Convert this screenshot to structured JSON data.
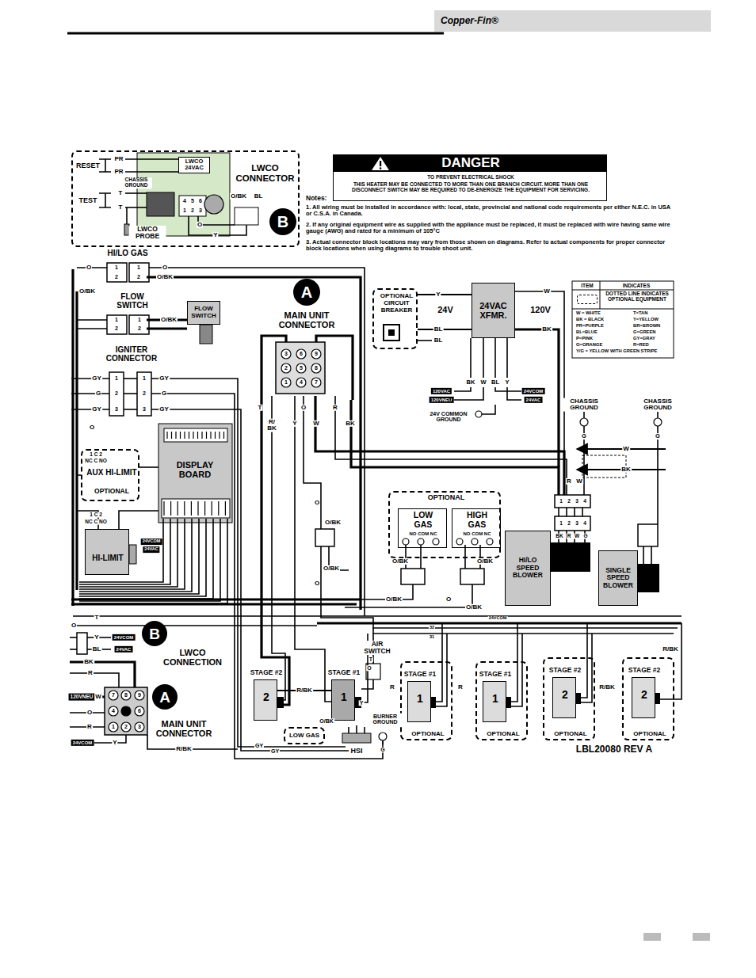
{
  "diagram": {
    "title": "Copper-Fin®",
    "nodes": [
      {
        "text": [
          "LWCO CONNECTOR"
        ]
      },
      {
        "text": [
          "LWCO 24VAC"
        ],
        "in": 0
      },
      {
        "text": [
          "B"
        ],
        "in": 0
      },
      {
        "text": [
          "DANGER",
          "TO PREVENT ELECTRICAL SHOCK",
          "THIS HEATER MAY BE CONNECTED TO MORE THAN ONE BRANCH CIRCUIT. MORE THAN ONE DISCONNECT SWITCH MAY BE REQUIRED TO DE-ENERGIZE THE EQUIPMENT FOR SERVICING."
        ]
      },
      {
        "text": [
          "A"
        ]
      },
      {
        "text": [
          "OPTIONAL CIRCUIT BREAKER"
        ]
      },
      {
        "text": [
          "24VAC XFMR."
        ]
      },
      {
        "text": [
          "FLOW SWITCH"
        ]
      },
      {
        "text": [
          "AUX HI-LIMIT",
          "OPTIONAL"
        ]
      },
      {
        "text": [
          "DISPLAY BOARD"
        ]
      },
      {
        "text": [
          "HI-LIMIT"
        ]
      },
      {
        "text": [
          "OPTIONAL"
        ]
      },
      {
        "text": [
          "LOW GAS",
          "NO COM NC"
        ],
        "in": 11
      },
      {
        "text": [
          "HIGH GAS",
          "NO COM NC"
        ],
        "in": 11
      },
      {
        "text": [
          "HI/LO SPEED BLOWER"
        ]
      },
      {
        "text": [
          "SINGLE SPEED BLOWER"
        ]
      },
      {
        "text": [
          "B"
        ]
      },
      {
        "text": [
          "A"
        ]
      },
      {
        "text": [
          "STAGE #2",
          "2"
        ]
      },
      {
        "text": [
          "STAGE #1",
          "1"
        ]
      },
      {
        "text": [
          "OPTIONAL"
        ]
      },
      {
        "text": [
          "STAGE #1",
          "1"
        ],
        "in": 20
      },
      {
        "text": [
          "OPTIONAL"
        ]
      },
      {
        "text": [
          "STAGE #1",
          "1"
        ],
        "in": 22
      },
      {
        "text": [
          "OPTIONAL"
        ]
      },
      {
        "text": [
          "STAGE #2",
          "2"
        ],
        "in": 24
      },
      {
        "text": [
          "OPTIONAL"
        ]
      },
      {
        "text": [
          "STAGE #2",
          "2"
        ],
        "in": 26
      },
      {
        "text": [
          "LOW GAS"
        ]
      }
    ],
    "edges": [
      {
        "from": 5,
        "to": 6,
        "arrow": "none",
        "label": "Y"
      },
      {
        "from": 5,
        "to": 6,
        "arrow": "none",
        "label": "BL"
      },
      {
        "from": 18,
        "to": 19,
        "arrow": "none",
        "label": "R/BK"
      }
    ],
    "labels": [
      "RESET",
      "PR",
      "PR",
      "CHASSIS GROUND",
      "TEST",
      "T",
      "T",
      "LWCO PROBE",
      "O/BK",
      "BL",
      "O",
      "Y",
      "4",
      "5",
      "6",
      "1",
      "2",
      "3",
      "Notes:",
      "1. All wiring must be installed in accordance with: local, state, provincial and national code requirements per either N.E.C. in USA or C.S.A. in Canada.",
      "2. If any original equipment wire as supplied with the appliance must be replaced, it must be replaced with wire having same wire gauge (AWG) and rated for a minimum of 105°C",
      "3. Actual connector block locations may vary from those shown on diagrams. Refer to actual components for proper connector block locations when using diagrams to trouble shoot unit.",
      "MAIN UNIT CONNECTOR",
      "3",
      "6",
      "9",
      "2",
      "5",
      "8",
      "1",
      "4",
      "7",
      "T",
      "R/ BK",
      "Y",
      "O",
      "W",
      "R",
      "BK",
      "24V",
      "120V",
      "BL",
      "W",
      "BK",
      "BK",
      "W",
      "BL",
      "Y",
      "120VAC",
      "120VNEU",
      "24VCOM",
      "24VAC",
      "24V COMMON GROUND",
      "ITEM",
      "INDICATES",
      "W = WHITE",
      "BK = BLACK",
      "PR=PURPLE",
      "BL=BLUE",
      "P=PINK",
      "O=ORANGE",
      "Y/G = YELLOW WITH GREEN STRIPE",
      "T=TAN",
      "Y=YELLOW",
      "BR=BROWN",
      "G=GREEN",
      "GY=GRAY",
      "R=RED",
      "CHASSIS GROUND",
      "CHASSIS GROUND",
      "G",
      "W",
      "BK",
      "G",
      "HI/LO GAS",
      "O",
      "1",
      "2",
      "1",
      "2",
      "O",
      "O/BK",
      "O/BK",
      "FLOW SWITCH",
      "1",
      "2",
      "1",
      "2",
      "O/BK",
      "IGNITER CONNECTOR",
      "GY",
      "G",
      "GY",
      "1",
      "2",
      "3",
      "1",
      "2",
      "3",
      "GY",
      "G",
      "GY",
      "O",
      "1 C 2",
      "NC C NO",
      "1 C 2",
      "NC C NO",
      "24VCOM",
      "24VAC",
      "O",
      "O/BK",
      "O/BK",
      "O",
      "O/BK",
      "O/BK",
      "O/BK",
      "O",
      "O/BK",
      "R",
      "W",
      "1",
      "2",
      "3",
      "4",
      "1",
      "2",
      "3",
      "4",
      "BK",
      "R",
      "W",
      "G",
      "T",
      "O",
      "Y",
      "24VCOM",
      "BL",
      "24VAC",
      "LWCO CONNECTION",
      "BK",
      "R",
      "120VNEU",
      "W",
      "O",
      "R",
      "24VCOM",
      "Y",
      "R/BK",
      "MAIN UNIT CONNECTOR",
      "7",
      "8",
      "9",
      "4",
      "6",
      "1",
      "2",
      "3",
      "AIR SWITCH",
      "T",
      "O",
      "R",
      "Y",
      "O/BK",
      "HSI",
      "BURNER GROUND",
      "G",
      "GY",
      "GY",
      "R",
      "R/BK",
      "R/BK",
      "32",
      "31",
      "24VCOM",
      "LBL20080 REV A"
    ],
    "legend": [
      {
        "text": "DOTTED LINE INDICATES OPTIONAL EQUIPMENT"
      }
    ]
  }
}
